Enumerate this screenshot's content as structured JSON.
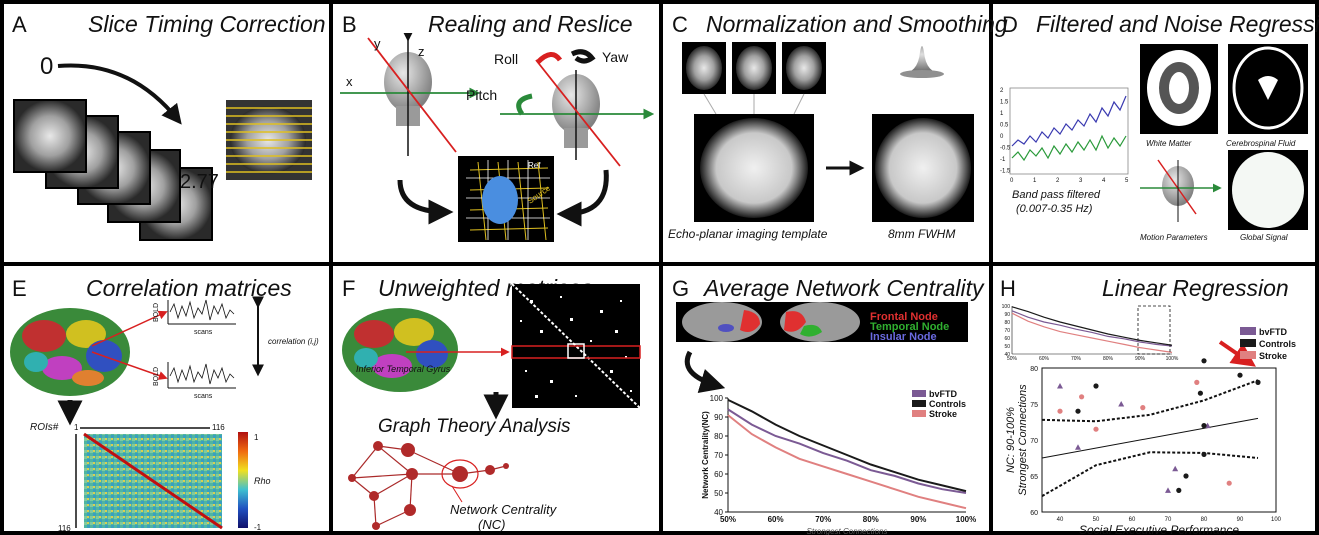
{
  "panels": [
    {
      "letter": "A",
      "title": "Slice Timing Correction"
    },
    {
      "letter": "B",
      "title": "Realing and Reslice"
    },
    {
      "letter": "C",
      "title": "Normalization and Smoothing"
    },
    {
      "letter": "D",
      "title": "Filtered and Noise Regression"
    },
    {
      "letter": "E",
      "title": "Correlation matrices"
    },
    {
      "letter": "F",
      "title": "Unweighted matrices"
    },
    {
      "letter": "G",
      "title": "Average Network Centrality"
    },
    {
      "letter": "H",
      "title": "Linear Regression"
    }
  ],
  "panel_a": {
    "start": "0",
    "end": "2.77"
  },
  "panel_b": {
    "axis_x": "x",
    "axis_y": "y",
    "axis_z": "z",
    "roll": "Roll",
    "yaw": "Yaw",
    "pitch": "Pitch",
    "ref": "Ref",
    "source": "Source"
  },
  "panel_c": {
    "template_caption": "Echo-planar imaging template",
    "fwhm_caption": "8mm FWHM"
  },
  "panel_d": {
    "filter_caption_1": "Band pass filtered",
    "filter_caption_2": "(0.007-0.35 Hz)",
    "white_matter": "White Matter",
    "csf": "Cerebrospinal Fluid",
    "motion": "Motion Parameters",
    "global": "Global Signal",
    "signal_ticks_y": [
      "2",
      "1.5",
      "1",
      "0.5",
      "0",
      "-0.5",
      "-1",
      "-1.5"
    ],
    "signal_ticks_x": [
      "0",
      "1",
      "2",
      "3",
      "4",
      "5"
    ]
  },
  "panel_e": {
    "bold": "BOLD",
    "scans": "scans",
    "correlation": "correlation (i,j)",
    "rois": "ROIs#",
    "roi_start": "1",
    "roi_end": "116",
    "row_end": "116",
    "rho": "Rho",
    "rho_max": "1",
    "rho_min": "-1"
  },
  "panel_f": {
    "region": "Inferior Temporal Gyrus",
    "graph_title": "Graph Theory Analysis",
    "nc_line1": "Network Centrality",
    "nc_line2": "(NC)"
  },
  "panel_g": {
    "node_frontal": "Frontal Node",
    "node_temporal": "Temporal Node",
    "node_insular": "Insular Node"
  },
  "panel_h": {
    "mini_y_ticks": [
      "100",
      "90",
      "80",
      "70",
      "60",
      "50",
      "40"
    ],
    "mini_x_ticks": [
      "50%",
      "60%",
      "70%",
      "80%",
      "90%",
      "100%"
    ]
  },
  "colors": {
    "bvftd": "#7b5a94",
    "controls": "#1a1a1a",
    "stroke": "#e08080",
    "frontal": "#e03030",
    "temporal": "#30b030",
    "insular": "#5050c0",
    "arrow_red": "#d82020",
    "axis_green": "#2a8a3a"
  },
  "chart_data": [
    {
      "type": "line",
      "title": "",
      "xlabel": "Strongest Connections",
      "ylabel": "Network Centrality(NC)",
      "x": [
        50,
        55,
        60,
        65,
        70,
        75,
        80,
        85,
        90,
        95,
        100
      ],
      "xticklabels": [
        "50%",
        "60%",
        "70%",
        "80%",
        "90%",
        "100%"
      ],
      "yticks": [
        40,
        50,
        60,
        70,
        80,
        90,
        100
      ],
      "ylim": [
        40,
        100
      ],
      "xlim": [
        50,
        100
      ],
      "legend_position": "top-right",
      "series": [
        {
          "name": "bvFTD",
          "values": [
            94,
            86,
            80,
            76,
            71,
            67,
            62,
            59,
            55,
            52,
            50
          ]
        },
        {
          "name": "Controls",
          "values": [
            99,
            93,
            86,
            80,
            75,
            70,
            65,
            61,
            57,
            54,
            51
          ]
        },
        {
          "name": "Stroke",
          "values": [
            91,
            81,
            74,
            68,
            64,
            60,
            56,
            52,
            48,
            45,
            42
          ]
        }
      ]
    },
    {
      "type": "scatter",
      "title": "",
      "xlabel": "Social Executive Performance",
      "ylabel": "NC: 90-100% Strongest Connections",
      "xlim": [
        35,
        100
      ],
      "ylim": [
        60,
        80
      ],
      "xticks": [
        40,
        50,
        60,
        70,
        80,
        90,
        100
      ],
      "yticks": [
        60,
        65,
        70,
        75,
        80
      ],
      "legend_position": "top-right",
      "series": [
        {
          "name": "bvFTD",
          "x": [
            40,
            45,
            57,
            70,
            72,
            81
          ],
          "y": [
            77.5,
            69,
            75,
            63,
            66,
            72
          ]
        },
        {
          "name": "Controls",
          "x": [
            45,
            50,
            73,
            75,
            79,
            80,
            80,
            80,
            90,
            95
          ],
          "y": [
            74,
            77.5,
            63,
            65,
            76.5,
            81,
            68,
            72,
            79,
            78
          ]
        },
        {
          "name": "Stroke",
          "x": [
            40,
            46,
            50,
            63,
            78,
            87
          ],
          "y": [
            74,
            76,
            71.5,
            74.5,
            78,
            64
          ]
        }
      ],
      "fit_line": {
        "x": [
          35,
          95
        ],
        "y": [
          67.5,
          73
        ]
      },
      "ci_upper": {
        "x": [
          35,
          50,
          65,
          80,
          95
        ],
        "y": [
          72.8,
          72.6,
          73.5,
          75.5,
          78.3
        ]
      },
      "ci_lower": {
        "x": [
          35,
          50,
          65,
          80,
          95
        ],
        "y": [
          62.2,
          66.5,
          68.3,
          68.2,
          67.5
        ]
      }
    }
  ]
}
